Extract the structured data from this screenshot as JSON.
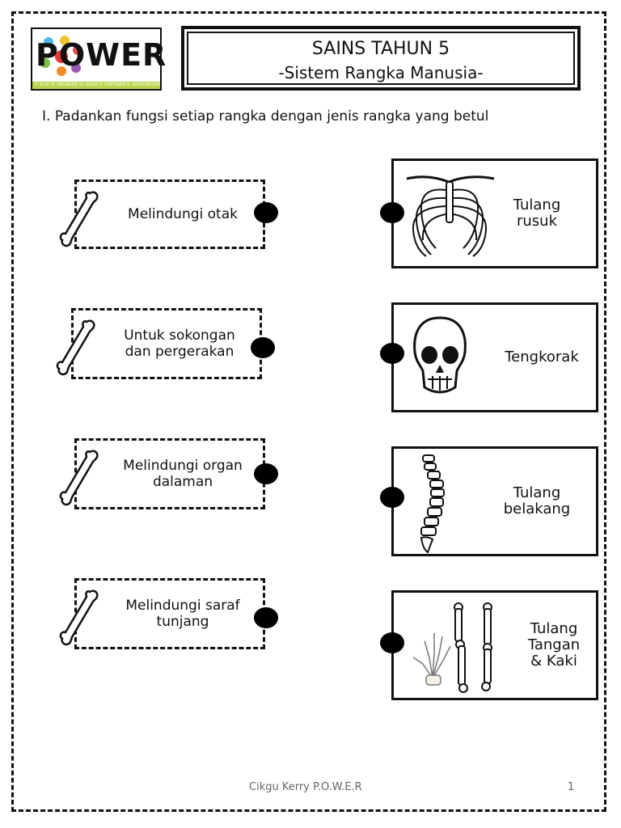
{
  "logo": {
    "text": "POWER",
    "tagline": "P: PLAY  O: ORGANISE  W: WORK  E: EMPOWER  R: REINFORCEMENT"
  },
  "header": {
    "title": "SAINS TAHUN 5",
    "subtitle": "-Sistem Rangka Manusia-"
  },
  "instruction": "I. Padankan fungsi setiap rangka dengan jenis rangka yang betul",
  "functions": [
    {
      "label": "Melindungi otak"
    },
    {
      "label": "Untuk sokongan dan pergerakan"
    },
    {
      "label": "Melindungi organ dalaman"
    },
    {
      "label": "Melindungi saraf tunjang"
    }
  ],
  "bones": [
    {
      "label": "Tulang rusuk",
      "icon": "ribcage-icon"
    },
    {
      "label": "Tengkorak",
      "icon": "skull-icon"
    },
    {
      "label": "Tulang belakang",
      "icon": "spine-icon"
    },
    {
      "label": "Tulang Tangan & Kaki",
      "icon": "limb-bones-icon"
    }
  ],
  "footer": {
    "credit": "Cikgu Kerry P.O.W.E.R",
    "page": "1"
  }
}
